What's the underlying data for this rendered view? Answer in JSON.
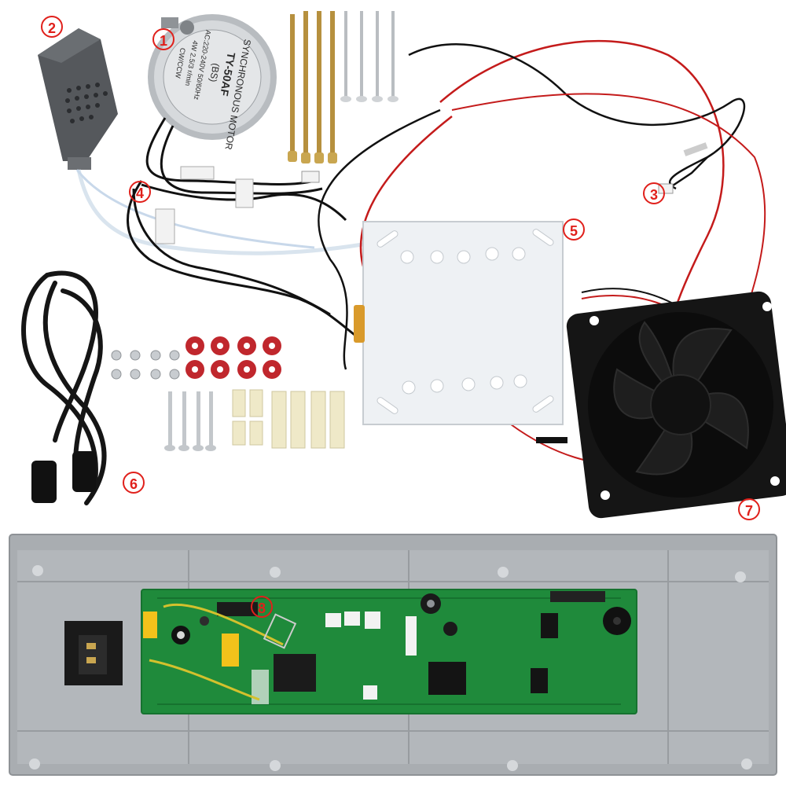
{
  "callouts": [
    {
      "id": "1",
      "label": "1"
    },
    {
      "id": "2",
      "label": "2"
    },
    {
      "id": "3",
      "label": "3"
    },
    {
      "id": "4",
      "label": "4"
    },
    {
      "id": "5",
      "label": "5"
    },
    {
      "id": "6",
      "label": "6"
    },
    {
      "id": "7",
      "label": "7"
    },
    {
      "id": "8",
      "label": "8"
    }
  ],
  "motor_label": {
    "line1": "SYNCHRONOUS MOTOR",
    "line2": "TY-50AF",
    "line3": "(BS)",
    "line4": "AC:220-240V 50/60Hz",
    "line5": "4W 2.5/3 r/min",
    "line6": "CW/CCW"
  },
  "colors": {
    "callout": "#e0201b",
    "pcb": "#1f8a3b",
    "tray": "#a9adb1",
    "heater_plate": "#eef1f4",
    "fan": "#151515",
    "wire_red": "#c41b1b",
    "wire_black": "#111111",
    "washer_red": "#c0272d",
    "standoff": "#efe9c8"
  }
}
